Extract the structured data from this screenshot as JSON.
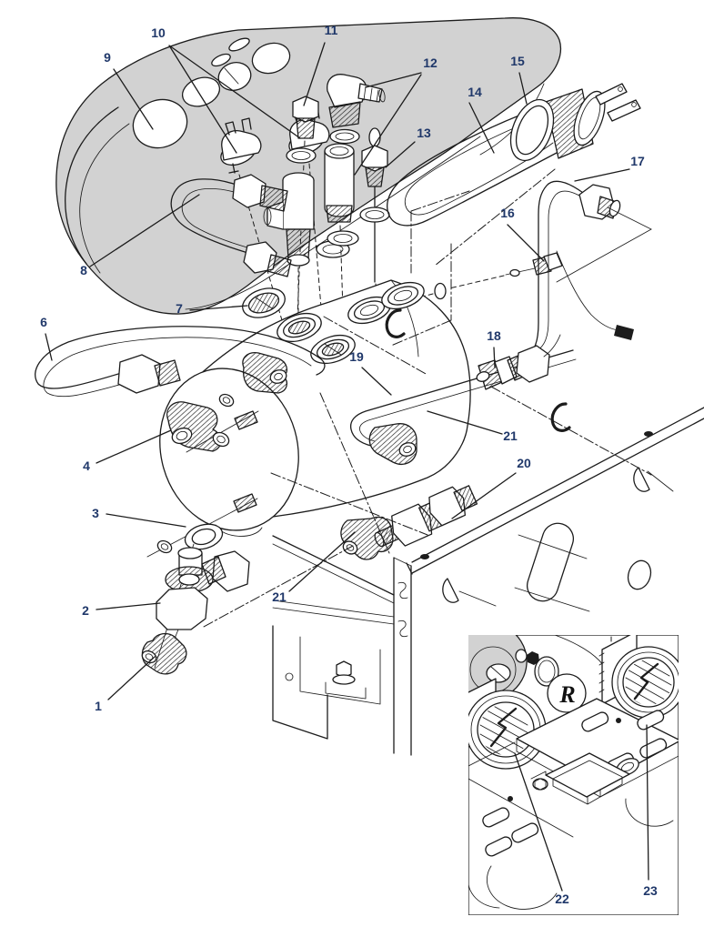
{
  "figure": {
    "type": "exploded-parts-diagram",
    "labels": {
      "1": "1",
      "2": "2",
      "3": "3",
      "4": "4",
      "6": "6",
      "7": "7",
      "8": "8",
      "9": "9",
      "10": "10",
      "11": "11",
      "12": "12",
      "13": "13",
      "14": "14",
      "15": "15",
      "16": "16",
      "17": "17",
      "18": "18",
      "19": "19",
      "20": "20",
      "21": "21",
      "22": "22",
      "23": "23"
    },
    "inset": {
      "logo_letter": "R"
    },
    "colors": {
      "line": "#1c1c1c",
      "shell_gray": "#d2d2d2",
      "label_text": "#20386a",
      "background": "#ffffff"
    }
  }
}
